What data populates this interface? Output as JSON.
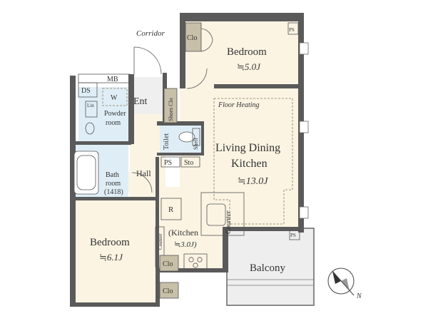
{
  "labels": {
    "corridor": "Corridor",
    "bedroom_top": "Bedroom",
    "bedroom_top_size": "≒5.0J",
    "clo_top": "Clo",
    "ps_top": "PS",
    "mb": "MB",
    "ds": "DS",
    "w": "W",
    "lin": "Lin",
    "powder": "Powder",
    "powder2": "room",
    "ent": "Ent",
    "shoes_clo": "Shoes Clo",
    "floor_heating": "Floor Heating",
    "toilet": "Toilet",
    "shelf": "Shelf",
    "ldk1": "Living Dining",
    "ldk2": "Kitchen",
    "ldk_size": "≒13.0J",
    "bath1": "Bath",
    "bath2": "room",
    "bath3": "(1418)",
    "ps_mid": "PS",
    "sto": "Sto",
    "hall": "Hall",
    "r": "R",
    "counter_v": "Counter",
    "kitchen1": "(Kitchen",
    "kitchen2": "≒3.0J)",
    "counter_small": "Counter",
    "bedroom_left": "Bedroom",
    "bedroom_left_size": "≒6.1J",
    "clo1": "Clo",
    "clo2": "Clo",
    "ps_right": "PS",
    "balcony": "Balcony",
    "north": "N"
  },
  "colors": {
    "wall": "#5a5a5a",
    "room": "#fbf4e3",
    "wet": "#dfeef6",
    "closet": "#c8bfa8"
  }
}
